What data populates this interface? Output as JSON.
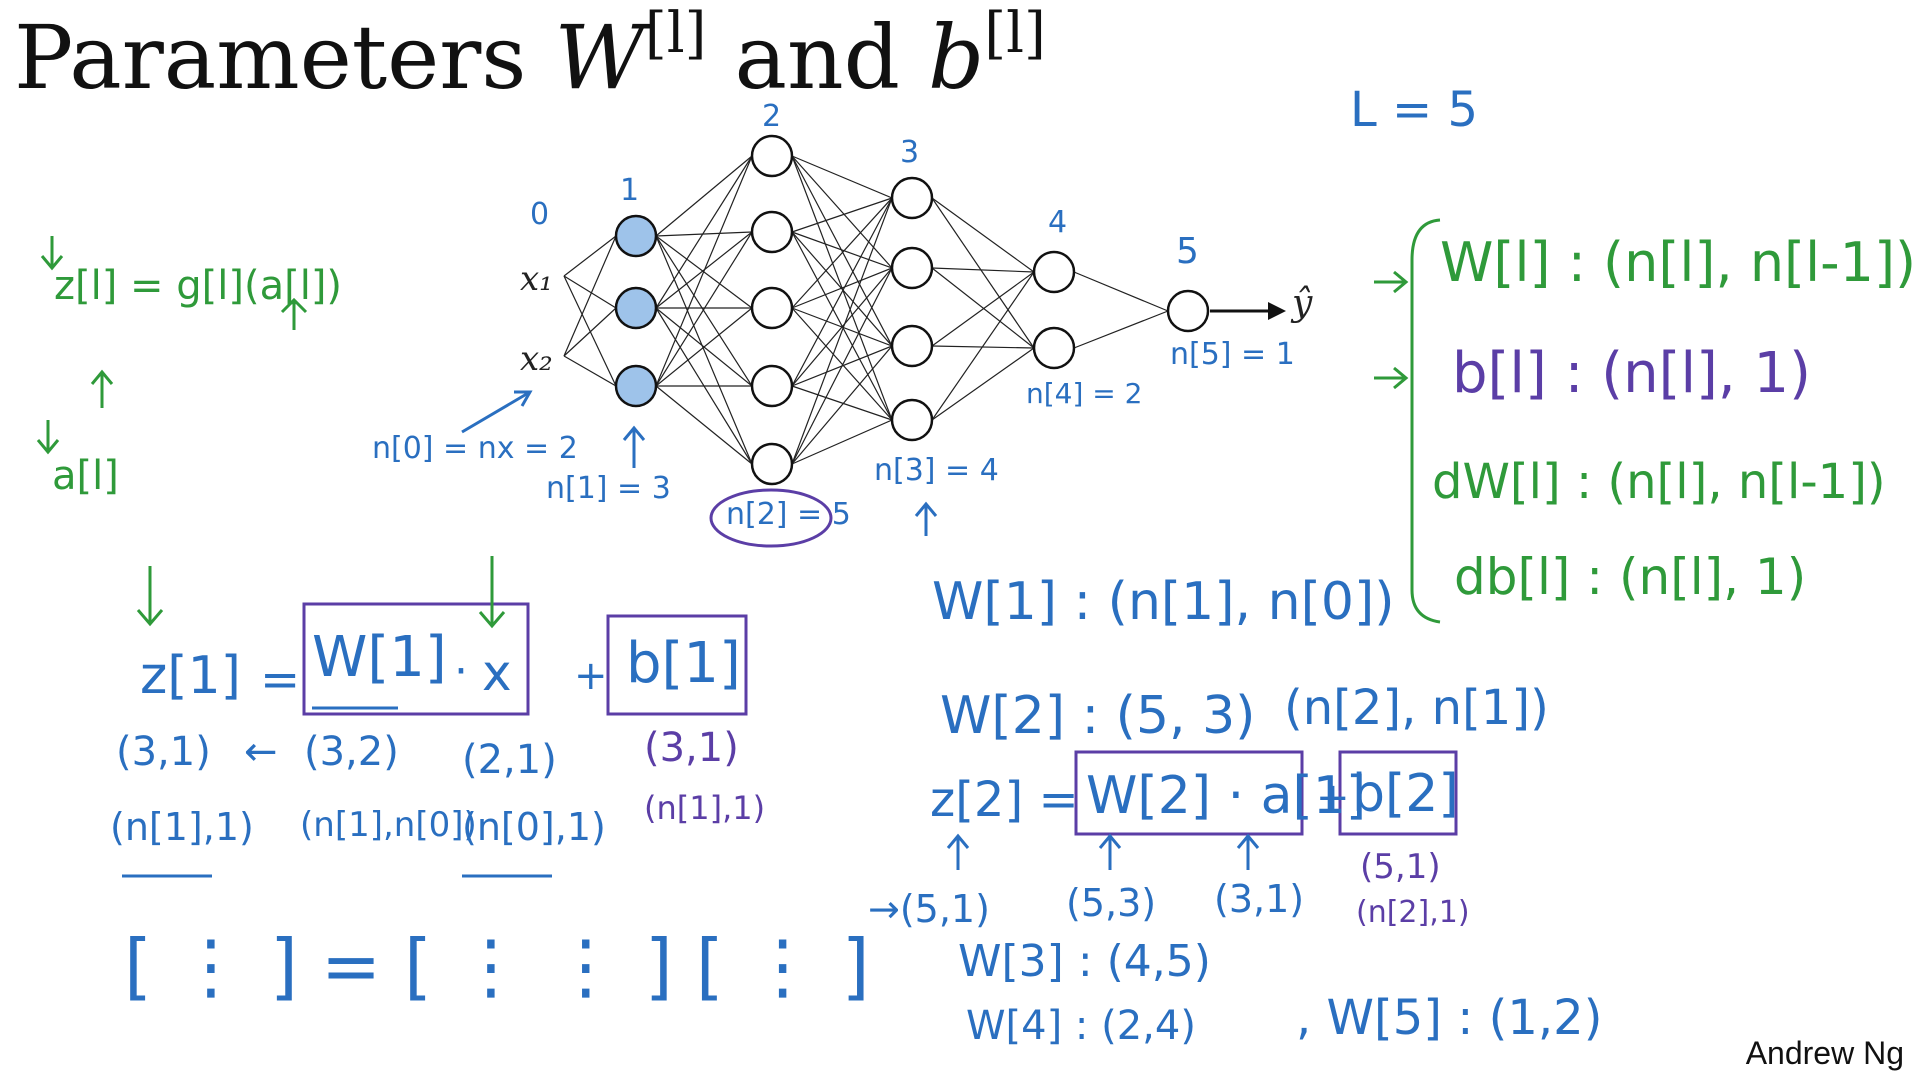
{
  "title": {
    "word": "Parameters",
    "w": "W",
    "l1": "[l]",
    "and": "and",
    "b": "b",
    "l2": "[l]"
  },
  "author": "Andrew Ng",
  "L_note": "L = 5",
  "network": {
    "layer_numbers": [
      "0",
      "1",
      "2",
      "3",
      "4",
      "5"
    ],
    "inputs": [
      "x₁",
      "x₂"
    ],
    "output": "ŷ",
    "counts": {
      "n0": "n[0] = nx = 2",
      "n1": "n[1] = 3",
      "n2": "n[2] = 5",
      "n3": "n[3] = 4",
      "n4": "n[4] = 2",
      "n5": "n[5] = 1"
    }
  },
  "left_notes": {
    "z_eq": "z[l] = g[l](a[l])",
    "a": "a[l]"
  },
  "eq1": {
    "z": "z[1]",
    "eq": "=",
    "w": "W[1]",
    "dot": "·",
    "x": "x",
    "plus": "+",
    "b": "b[1]",
    "dims1": [
      "(3,1)",
      "←",
      "(3,2)",
      "(2,1)",
      "(3,1)"
    ],
    "dims2": [
      "(n[1],1)",
      "(n[1],n[0])",
      "(n[0],1)",
      "(n[1],1)"
    ],
    "matrix": "[ ⋮ ] = [ ⋮ ⋮ ] [ ⋮ ]"
  },
  "shapes": {
    "w1": "W[1] : (n[1], n[0])",
    "w2": "W[2] : (5, 3)",
    "w2_general": "(n[2], n[1])",
    "z2": "z[2] =",
    "w2a1": "W[2] · a[1]",
    "plus": "+",
    "b2": "b[2]",
    "z2_dim": "→(5,1)",
    "w2_dim": "(5,3)",
    "a1_dim": "(3,1)",
    "b2_dim": "(5,1)",
    "b2_dim2": "(n[2],1)",
    "w3": "W[3] : (4,5)",
    "w4": "W[4] : (2,4)",
    "w5": ", W[5] : (1,2)"
  },
  "summary": {
    "w": "W[l] : (n[l], n[l-1])",
    "b": "b[l] : (n[l], 1)",
    "dw": "dW[l] : (n[l], n[l-1])",
    "db": "db[l] : (n[l], 1)"
  },
  "colors": {
    "blue": "#2a6fc0",
    "green": "#2f9a3a",
    "purple": "#5b3ea6",
    "ink": "#111111"
  }
}
